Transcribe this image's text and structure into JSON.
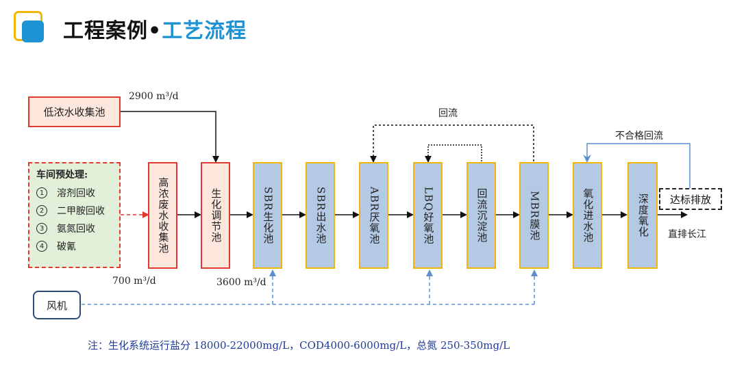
{
  "header": {
    "title_main": "工程案例•",
    "title_sub": "工艺流程"
  },
  "colors": {
    "accent_blue": "#1e93d3",
    "accent_yellow": "#f2b705",
    "red_border": "#e03a30",
    "pink_fill": "#fde6dc",
    "tank_fill": "#b4c9e4",
    "air_line": "#5b8fd0",
    "note_text": "#1f3a9a"
  },
  "nodes": {
    "low_conc_tank": "低浓水收集池",
    "workshop_title": "车间预处理:",
    "workshop_items": [
      {
        "num": "1",
        "label": "溶剂回收"
      },
      {
        "num": "2",
        "label": "二甲胺回收"
      },
      {
        "num": "3",
        "label": "氨氮回收"
      },
      {
        "num": "4",
        "label": "破氰"
      }
    ],
    "high_conc_tank": "高浓废水收集池",
    "bio_adjust_tank": "生化调节池",
    "sbr_bio": "SBR生化池",
    "sbr_out": "SBR出水池",
    "abr": "ABR厌氧池",
    "lbq": "LBQ好氧池",
    "recirc_settle": "回流沉淀池",
    "mbr": "MBR膜池",
    "oxid_inlet": "氧化进水池",
    "deep_oxid": "深度氧化",
    "fan": "风机",
    "discharge": "达标排放"
  },
  "labels": {
    "flow_2900": "2900 m³/d",
    "flow_700": "700 m³/d",
    "flow_3600": "3600 m³/d",
    "recirculation": "回流",
    "unqualified_recirc": "不合格回流",
    "direct_discharge": "直排长江"
  },
  "footnote": "注：生化系统运行盐分 18000-22000mg/L，COD4000-6000mg/L，总氮 250-350mg/L"
}
